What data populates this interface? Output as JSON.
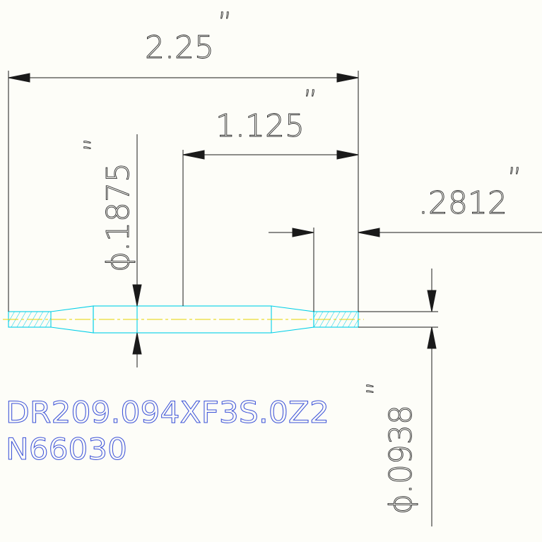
{
  "dimensions": {
    "overall_length": "2.25",
    "half_length": "1.125",
    "end_length": ".2812",
    "body_diameter": "ϕ.1875",
    "tip_diameter": "ϕ.0938",
    "inch_mark": "”"
  },
  "part": {
    "line1": "DR209.094XF3S.0Z2",
    "line2": "N66030"
  },
  "colors": {
    "background": "#fdfdf8",
    "dimension": "#1a1a1a",
    "part_outline": "#00cfe8",
    "centerline": "#e6d200",
    "part_text": "#3c52d8"
  }
}
